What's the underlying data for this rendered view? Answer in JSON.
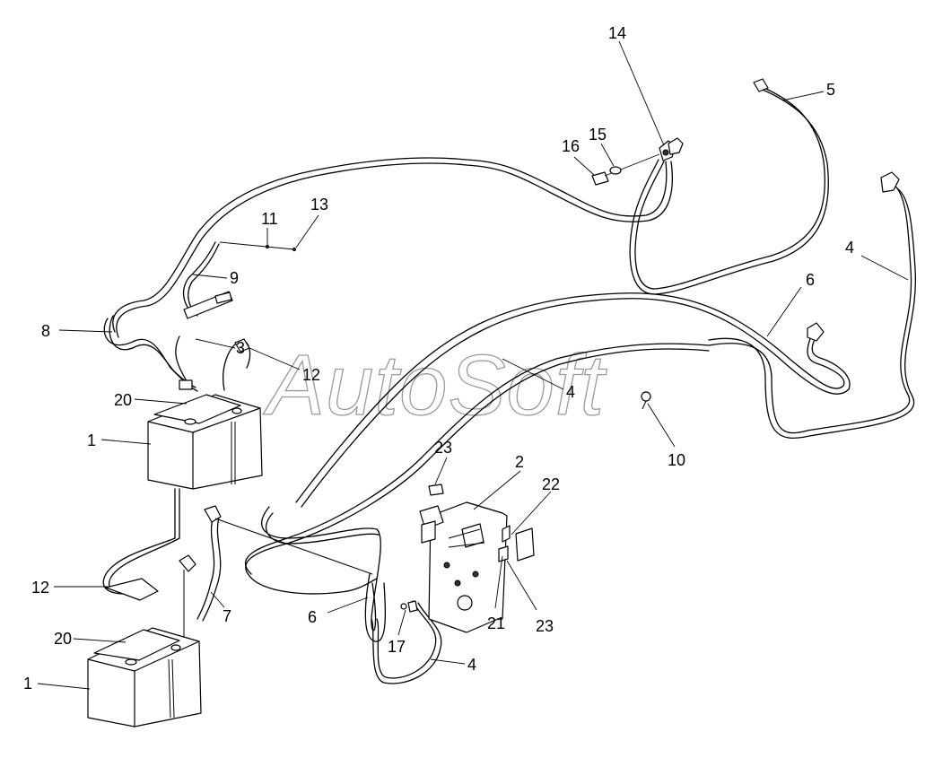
{
  "watermark": "AutoSoft",
  "callouts": {
    "c1a": "1",
    "c1b": "1",
    "c2": "2",
    "c3": "3",
    "c4a": "4",
    "c4b": "4",
    "c4c": "4",
    "c5": "5",
    "c6a": "6",
    "c6b": "6",
    "c7": "7",
    "c8": "8",
    "c9": "9",
    "c10": "10",
    "c11": "11",
    "c12a": "12",
    "c12b": "12",
    "c13": "13",
    "c14": "14",
    "c15": "15",
    "c16": "16",
    "c17": "17",
    "c20a": "20",
    "c20b": "20",
    "c21": "21",
    "c22": "22",
    "c23a": "23",
    "c23b": "23"
  }
}
